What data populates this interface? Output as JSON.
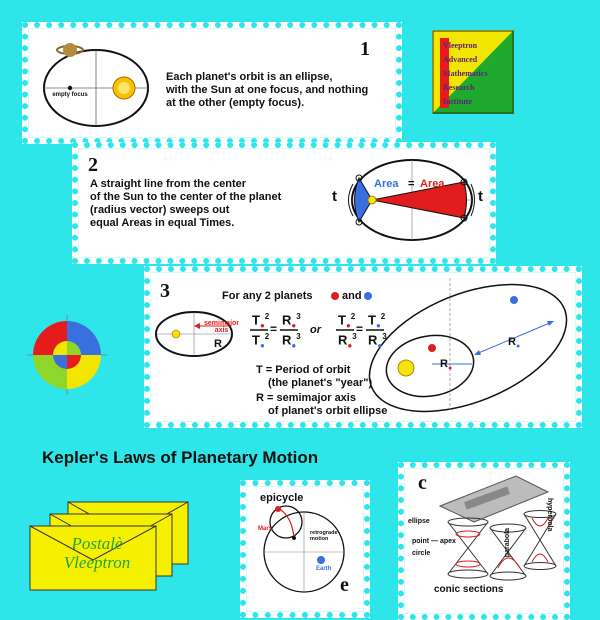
{
  "law1": {
    "number": "1",
    "text_lines": [
      "Each planet's orbit is an ellipse,",
      "with the Sun at one focus, and nothing",
      "at the other (empty focus)."
    ],
    "empty_focus_label": "empty focus"
  },
  "logo": {
    "lines": [
      "Vleeptron",
      "Advanced",
      "Mathematics",
      "Research",
      "Institute"
    ],
    "colors": {
      "yellow": "#f2e600",
      "green": "#1faa2e",
      "purple": "#8a2a8c",
      "red": "#e61b1b"
    }
  },
  "law2": {
    "number": "2",
    "text_lines": [
      "A straight line from the center",
      "of the Sun to the center of the planet",
      "(radius vector) sweeps out",
      "equal Areas in equal Times."
    ],
    "area_left": "Area",
    "equals": "=",
    "area_right": "Area",
    "t_left": "t",
    "t_right": "t",
    "colors": {
      "area_left": "#3a6fe0",
      "area_right": "#e01c1c"
    }
  },
  "law3": {
    "number": "3",
    "header": "For any 2 planets",
    "and": "and",
    "semimajor_label_lines": [
      "semimajor",
      "axis"
    ],
    "r_label": "R",
    "formula_or": "or",
    "t_def_lines": [
      "T = Period of orbit",
      "(the planet's \"year\")"
    ],
    "r_def_lines": [
      "R = semimajor axis",
      "of planet's orbit ellipse"
    ],
    "colors": {
      "planet_red": "#e01c1c",
      "planet_blue": "#3a6fe0"
    }
  },
  "title": "Kepler's Laws of Planetary Motion",
  "target": {
    "colors": [
      "#e61b1b",
      "#3a6fe0",
      "#8fd62a",
      "#f2e600"
    ]
  },
  "postal": {
    "line1": "Postalè",
    "line2": "Vleeptron",
    "envelope_color": "#f5f000"
  },
  "epicycle": {
    "title": "epicycle",
    "mars": "Mars",
    "retrograde_lines": [
      "retrograde",
      "motion"
    ],
    "earth": "Earth",
    "corner": "e"
  },
  "conic": {
    "corner": "c",
    "ellipse": "ellipse",
    "point": "point",
    "apex": "apex",
    "circle": "circle",
    "parabola": "parabola",
    "hyperbola": "hyperbola",
    "caption": "conic sections"
  }
}
